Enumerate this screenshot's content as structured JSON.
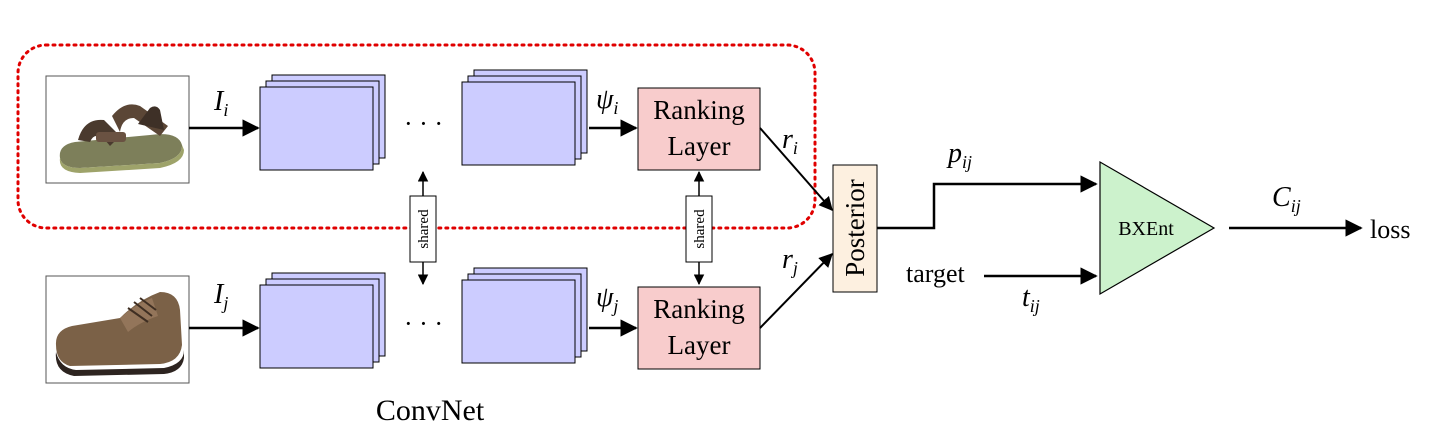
{
  "labels": {
    "input_i": "I",
    "input_i_sub": "i",
    "input_j": "I",
    "input_j_sub": "j",
    "dots": "· · ·",
    "psi_i": "ψ",
    "psi_i_sub": "i",
    "psi_j": "ψ",
    "psi_j_sub": "j",
    "ranking_line1": "Ranking",
    "ranking_line2": "Layer",
    "r_i": "r",
    "r_i_sub": "i",
    "r_j": "r",
    "r_j_sub": "j",
    "shared": "shared",
    "posterior": "Posterior",
    "p_ij": "p",
    "p_ij_sub": "ij",
    "target": "target",
    "t_ij": "t",
    "t_ij_sub": "ij",
    "bxent": "BXEnt",
    "c_ij": "C",
    "c_ij_sub": "ij",
    "loss": "loss",
    "convnet": "ConvNet"
  },
  "colors": {
    "feature_map_fill": "#ccccff",
    "ranking_fill": "#f8cccc",
    "posterior_fill": "#fdf0e0",
    "bxent_fill": "#ccf2cc",
    "shared_region_border": "#e00000"
  },
  "images": {
    "top": "sandal",
    "bottom": "brown-lace-up-shoe"
  }
}
